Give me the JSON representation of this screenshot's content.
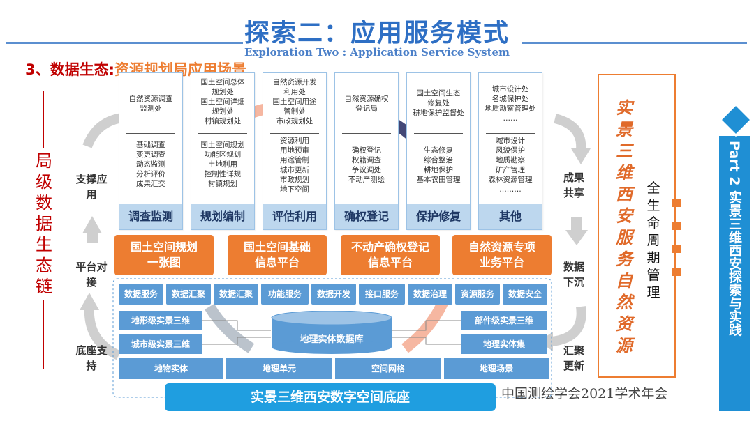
{
  "header": {
    "title": "探索二：应用服务模式",
    "subtitle": "Exploration Two : Application Service System",
    "section_number": "3、数据生态:",
    "section_title": "资源规划局应用场景"
  },
  "left_vertical": [
    "局",
    "级",
    "数",
    "据",
    "生",
    "态",
    "链"
  ],
  "left_labels": {
    "support_app": "支撑应用",
    "platform": "平台对接",
    "base": "底座支持"
  },
  "right_labels": {
    "share": "成果共享",
    "sink": "数据下沉",
    "gather": "汇聚更新"
  },
  "columns": [
    {
      "top": [
        "自然资源调查",
        "监测处"
      ],
      "items": [
        "基础调查",
        "变更调查",
        "动态监测",
        "分析评价",
        "成果汇交"
      ],
      "footer": "调查监测"
    },
    {
      "top": [
        "国土空间总体",
        "规划处",
        "国土空间详细",
        "规划处",
        "村镇规划处"
      ],
      "items": [
        "国土空间规划",
        "功能区规划",
        "土地利用",
        "控制性详规",
        "村镇规划"
      ],
      "footer": "规划编制"
    },
    {
      "top": [
        "自然资源开发",
        "利用处",
        "国土空间用途",
        "管制处",
        "市政规划处"
      ],
      "items": [
        "资源利用",
        "用地预审",
        "用途管制",
        "城市更新",
        "市政规划",
        "地下空间"
      ],
      "footer": "评估利用"
    },
    {
      "top": [
        "自然资源确权",
        "登记局"
      ],
      "items": [
        "确权登记",
        "权籍调查",
        "争议调处",
        "不动产测绘"
      ],
      "footer": "确权登记"
    },
    {
      "top": [
        "国土空间生态",
        "修复处",
        "耕地保护监督处"
      ],
      "items": [
        "生态修复",
        "综合整治",
        "耕地保护",
        "基本农田管理"
      ],
      "footer": "保护修复"
    },
    {
      "top": [
        "城市设计处",
        "名城保护处",
        "地质勘察管理处",
        "……"
      ],
      "items": [
        "城市设计",
        "风貌保护",
        "地质勘察",
        "矿产管理",
        "森林资源管理",
        "………"
      ],
      "footer": "其他"
    }
  ],
  "platforms": [
    [
      "国土空间规划",
      "一张图"
    ],
    [
      "国土空间基础",
      "信息平台"
    ],
    [
      "不动产确权登记",
      "信息平台"
    ],
    [
      "自然资源专项",
      "业务平台"
    ]
  ],
  "services": [
    "数据服务",
    "数据汇聚",
    "数据汇聚",
    "功能服务",
    "数据开发",
    "接口服务",
    "数据治理",
    "资源服务",
    "数据安全"
  ],
  "left_blocks": [
    "地形级实景三维",
    "城市级实景三维"
  ],
  "right_blocks": [
    "部件级实景三维",
    "地理实体集"
  ],
  "database": "地理实体数据库",
  "bottom_row": [
    "地物实体",
    "地理单元",
    "空间网格",
    "地理场景"
  ],
  "foundation": "实景三维西安数字空间底座",
  "red_vertical": [
    "实",
    "景",
    "三",
    "维",
    "西",
    "安",
    "服",
    "务",
    "自",
    "然",
    "资",
    "源"
  ],
  "lifecycle": [
    "全",
    "生",
    "命",
    "周",
    "期",
    "管",
    "理"
  ],
  "part_label": "Part 2 实景三维西安探索与实践",
  "watermark": "中国测绘学会2021学术年会",
  "colors": {
    "title": "#2e6fc4",
    "accent_red": "#c00000",
    "orange": "#ed7d31",
    "blue": "#5b9bd5",
    "dark_blue": "#1f4e79"
  }
}
